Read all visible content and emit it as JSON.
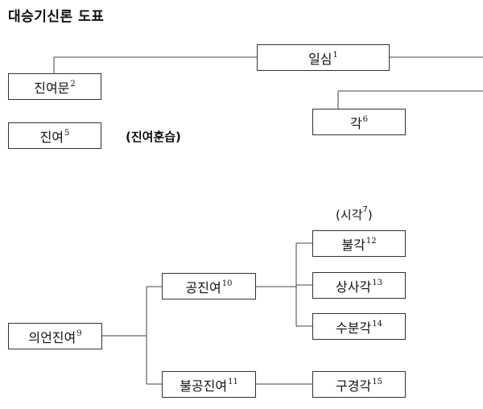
{
  "title": "대승기신론 도표",
  "nodes": {
    "ilsim": {
      "label": "일심",
      "note": "1"
    },
    "jinyeomun": {
      "label": "진여문",
      "note": "2"
    },
    "jinyeo": {
      "label": "진여",
      "note": "5"
    },
    "gak": {
      "label": "각",
      "note": "6"
    },
    "uieonjinyeo": {
      "label": "의언진여",
      "note": "9"
    },
    "gongjinyeo": {
      "label": "공진여",
      "note": "10"
    },
    "bulgongjinyeo": {
      "label": "불공진여",
      "note": "11"
    },
    "bulgak": {
      "label": "불각",
      "note": "12"
    },
    "sangsagak": {
      "label": "상사각",
      "note": "13"
    },
    "subungak": {
      "label": "수분각",
      "note": "14"
    },
    "gugyeonggak": {
      "label": "구경각",
      "note": "15"
    }
  },
  "annotations": {
    "jinyeo_hunseup": "(진여훈습)",
    "sigak_label": "(시각",
    "sigak_note": "7",
    "sigak_close": ")"
  }
}
